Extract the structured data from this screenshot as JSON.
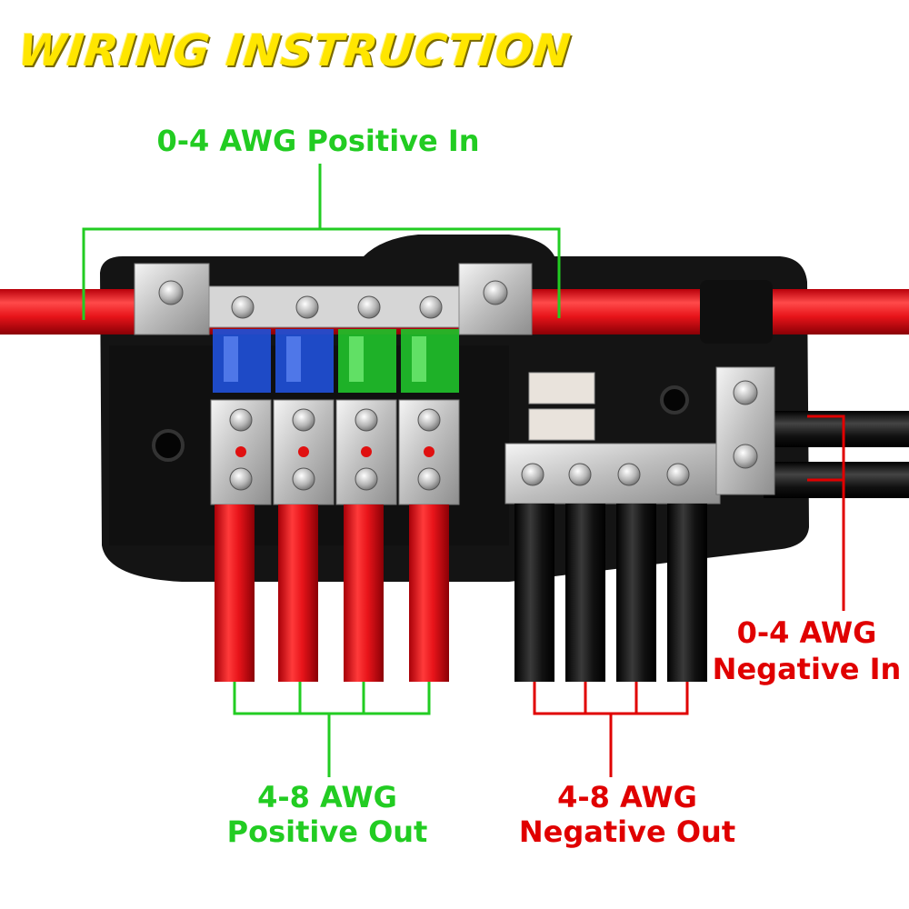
{
  "title": "WIRING INSTRUCTION",
  "labels": {
    "positive_in": "0-4 AWG Positive In",
    "positive_out_gauge": "4-8 AWG",
    "positive_out_text": "Positive Out",
    "negative_out_gauge": "4-8 AWG",
    "negative_out_text": "Negative Out",
    "negative_in_gauge": "0-4 AWG",
    "negative_in_text": "Negative In"
  },
  "colors": {
    "title": "#ffe600",
    "positive_label": "#22cc22",
    "negative_label": "#e00000",
    "positive_wire": "#e8141a",
    "negative_wire": "#111111",
    "housing": "#151515",
    "busbar": "#c9c9c9",
    "fuse_blue": "#1f4fd6",
    "fuse_green": "#1fbf2a",
    "led": "#e01010"
  }
}
